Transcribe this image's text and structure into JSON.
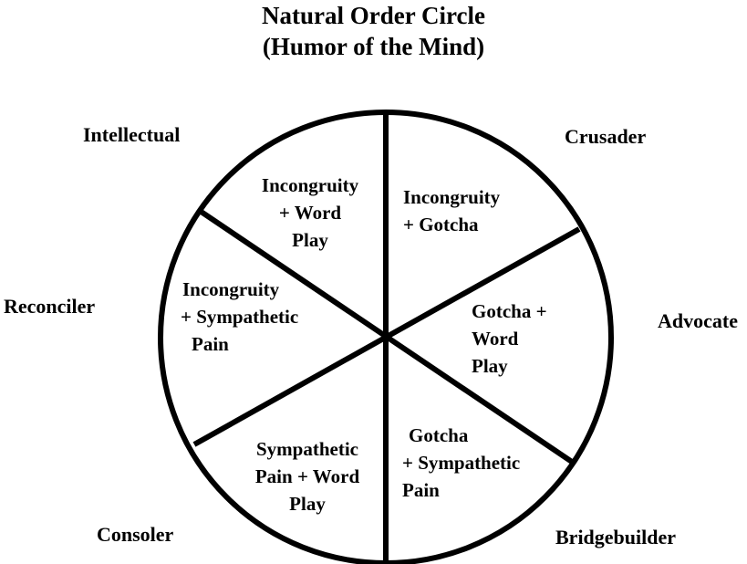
{
  "title": {
    "line1": "Natural Order Circle",
    "line2": "(Humor of the Mind)"
  },
  "outer_labels": {
    "intellectual": "Intellectual",
    "crusader": "Crusader",
    "reconciler": "Reconciler",
    "advocate": "Advocate",
    "consoler": "Consoler",
    "bridgebuilder": "Bridgebuilder"
  },
  "sectors": {
    "top_left": [
      "Incongruity",
      "+ Word",
      "Play"
    ],
    "top_right": [
      "Incongruity",
      "+ Gotcha"
    ],
    "left": [
      "Incongruity",
      "+ Sympathetic",
      "Pain"
    ],
    "right": [
      "Gotcha +",
      "Word",
      "Play"
    ],
    "bottom_left": [
      "Sympathetic",
      "Pain + Word",
      "Play"
    ],
    "bottom_right": [
      "Gotcha",
      "+ Sympathetic",
      "Pain"
    ]
  }
}
